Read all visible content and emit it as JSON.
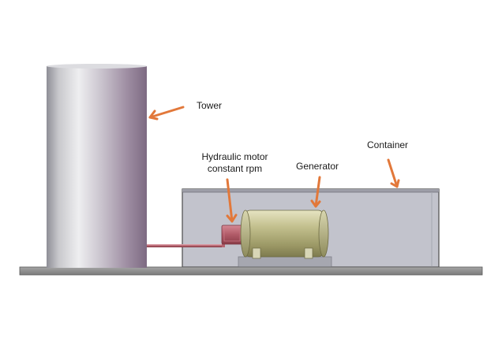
{
  "labels": {
    "tower": "Tower",
    "hydraulic_line1": "Hydraulic  motor",
    "hydraulic_line2": "constant rpm",
    "generator": "Generator",
    "container": "Container"
  },
  "colors": {
    "arrow": "#e2783a",
    "ground": "#8f8f8f",
    "container_fill": "#c2c3cc",
    "pipe": "#b5636f",
    "generator_body": "#b6b37a"
  }
}
